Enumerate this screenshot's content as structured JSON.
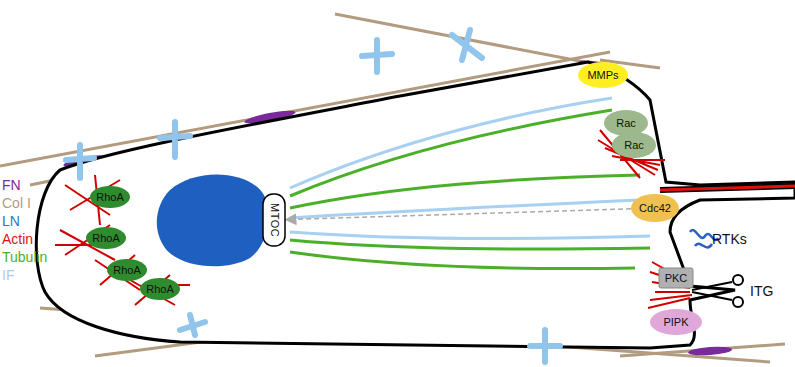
{
  "diagram": {
    "nodes": [
      {
        "text": [
          "RhoA"
        ]
      },
      {
        "text": [
          "RhoA"
        ]
      },
      {
        "text": [
          "RhoA"
        ]
      },
      {
        "text": [
          "RhoA"
        ]
      },
      {
        "text": [
          "MTOC"
        ]
      },
      {
        "text": [
          "MMPs"
        ]
      },
      {
        "text": [
          "Rac"
        ]
      },
      {
        "text": [
          "Rac"
        ]
      },
      {
        "text": [
          "Cdc42"
        ]
      },
      {
        "text": [
          "PKC"
        ]
      },
      {
        "text": [
          "PIPK"
        ]
      }
    ],
    "edges": [
      {
        "from": 8,
        "to": 4,
        "arrow": "to"
      }
    ],
    "labels": [
      "RTKs",
      "ITG"
    ],
    "legend": [
      {
        "text": "FN",
        "color": "#7a2a9a"
      },
      {
        "text": "Col I",
        "color": "#b39b80"
      },
      {
        "text": "LN",
        "color": "#2a78c8"
      },
      {
        "text": "Actin",
        "color": "#e01010"
      },
      {
        "text": "Tubulin",
        "color": "#4caf2a"
      },
      {
        "text": "IF",
        "color": "#a8cdf0"
      }
    ]
  }
}
